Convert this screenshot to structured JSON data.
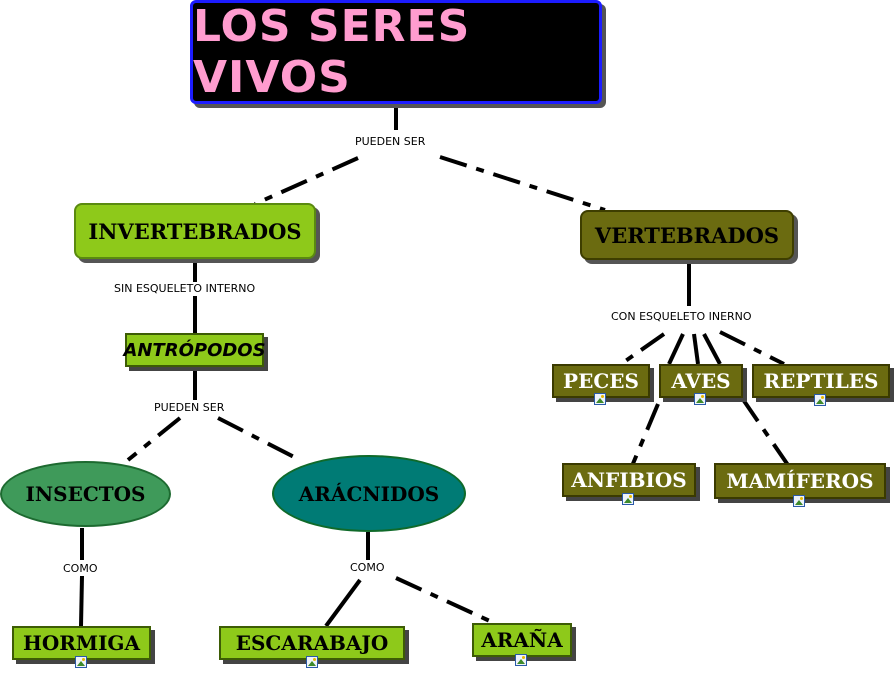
{
  "title": "LOS SERES VIVOS",
  "links": {
    "pueden_ser_top": "PUEDEN SER",
    "sin_esqueleto": "SIN ESQUELETO INTERNO",
    "pueden_ser_mid": "PUEDEN SER",
    "con_esqueleto": "CON ESQUELETO INERNO",
    "como_left": "COMO",
    "como_right": "COMO"
  },
  "nodes": {
    "invertebrados": "INVERTEBRADOS",
    "vertebrados": "VERTEBRADOS",
    "antropodos": "ANTRÓPODOS",
    "insectos": "INSECTOS",
    "aracnidos": "ARÁCNIDOS",
    "hormiga": "HORMIGA",
    "escarabajo": "ESCARABAJO",
    "arana": "ARAÑA",
    "peces": "PECES",
    "aves": "AVES",
    "reptiles": "REPTILES",
    "anfibios": "ANFIBIOS",
    "mamiferos": "MAMÍFEROS"
  },
  "colors": {
    "title_bg": "#000000",
    "title_border": "#1c1cff",
    "title_text": "#ff9ccf",
    "light_green": "#8ec91a",
    "olive": "#6b6b10",
    "insectos_green": "#3f9a5a",
    "aracnidos_teal": "#007b75"
  }
}
